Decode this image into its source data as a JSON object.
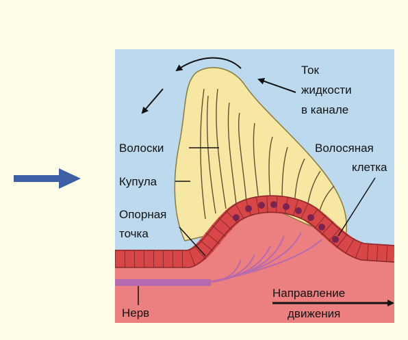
{
  "labels": {
    "flow_line1": "Ток",
    "flow_line2": "жидкости",
    "flow_line3": "в канале",
    "hairs": "Волоски",
    "cupula": "Купула",
    "support_line1": "Опорная",
    "support_line2": "точка",
    "hair_cell_line1": "Волосяная",
    "hair_cell_line2": "клетка",
    "nerve": "Нерв",
    "direction_line1": "Направление",
    "direction_line2": "движения"
  },
  "colors": {
    "page_bg": "#fdfde8",
    "fluid": "#bcd9ee",
    "cupula": "#f6e7a2",
    "tissue": "#ec7f7f",
    "cells": "#d84648",
    "nucleus": "#7a2350",
    "nerve": "#b56ab0",
    "pointer_arrow": "#3d5fa3"
  }
}
